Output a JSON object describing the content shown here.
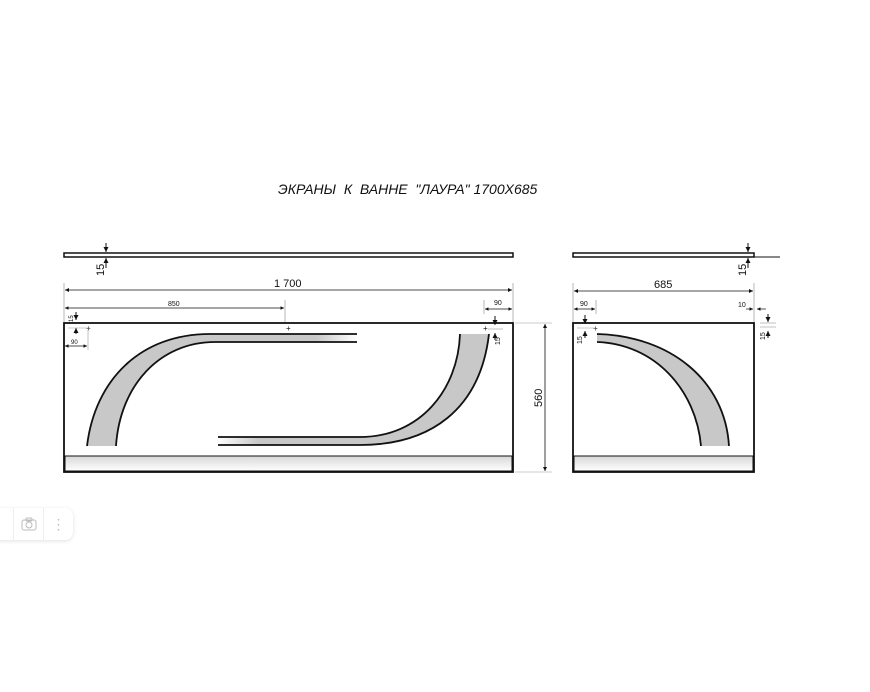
{
  "title": "ЭКРАНЫ  К  ВАННЕ  \"ЛАУРА\" 1700Х685",
  "front_panel": {
    "thickness": "15",
    "length": "1 700",
    "center_offset": "850",
    "left_hole_x": "90",
    "left_hole_y": "15",
    "right_hole_x": "90",
    "right_hole_y": "15",
    "height": "560"
  },
  "side_panel": {
    "thickness": "15",
    "length": "685",
    "left_hole_x": "90",
    "left_hole_y": "15",
    "right_offset_x": "10",
    "right_offset_y": "15"
  },
  "colors": {
    "line": "#111111",
    "fill": "#c8c8c8"
  },
  "widget": {
    "icons": [
      "camera-search-icon",
      "more-vertical-icon"
    ]
  }
}
